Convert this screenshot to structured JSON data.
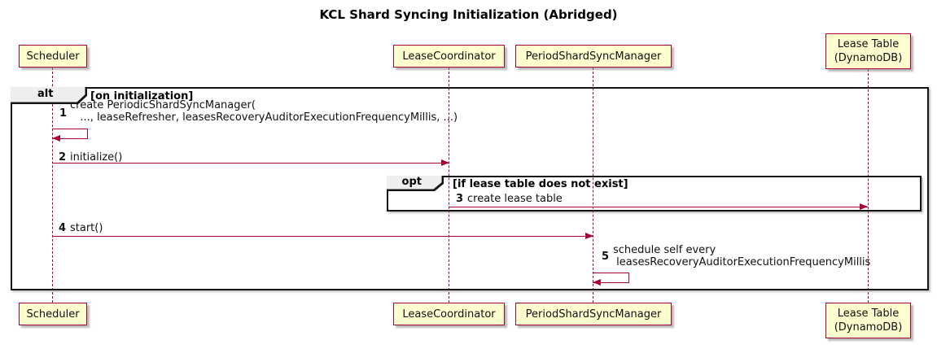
{
  "title": "KCL Shard Syncing Initialization (Abridged)",
  "colors": {
    "participant_fill": "#FEFECE",
    "participant_border": "#A80036",
    "arrow": "#A80036",
    "lifeline": "#A80036",
    "frame_border": "#151515",
    "frame_label_fill": "#EEEEEE",
    "background": "#FFFFFF"
  },
  "participants": [
    {
      "id": "scheduler",
      "label": "Scheduler"
    },
    {
      "id": "lease-coordinator",
      "label": "LeaseCoordinator"
    },
    {
      "id": "period-shard-sync-manager",
      "label": "PeriodShardSyncManager"
    },
    {
      "id": "lease-table",
      "label": "Lease Table\n(DynamoDB)"
    }
  ],
  "frames": {
    "alt": {
      "operator": "alt",
      "condition": "[on initialization]"
    },
    "opt": {
      "operator": "opt",
      "condition": "[if lease table does not exist]"
    }
  },
  "messages": [
    {
      "num": "1",
      "text": "create PeriodicShardSyncManager(\n   ..., leaseRefresher, leasesRecoveryAuditorExecutionFrequencyMillis, ...)",
      "from": "Scheduler",
      "to": "Scheduler",
      "kind": "self"
    },
    {
      "num": "2",
      "text": "initialize()",
      "from": "Scheduler",
      "to": "LeaseCoordinator",
      "kind": "arrow"
    },
    {
      "num": "3",
      "text": "create lease table",
      "from": "LeaseCoordinator",
      "to": "Lease Table (DynamoDB)",
      "kind": "arrow"
    },
    {
      "num": "4",
      "text": "start()",
      "from": "Scheduler",
      "to": "PeriodShardSyncManager",
      "kind": "arrow"
    },
    {
      "num": "5",
      "text": "schedule self every\n leasesRecoveryAuditorExecutionFrequencyMillis",
      "from": "PeriodShardSyncManager",
      "to": "PeriodShardSyncManager",
      "kind": "self"
    }
  ]
}
